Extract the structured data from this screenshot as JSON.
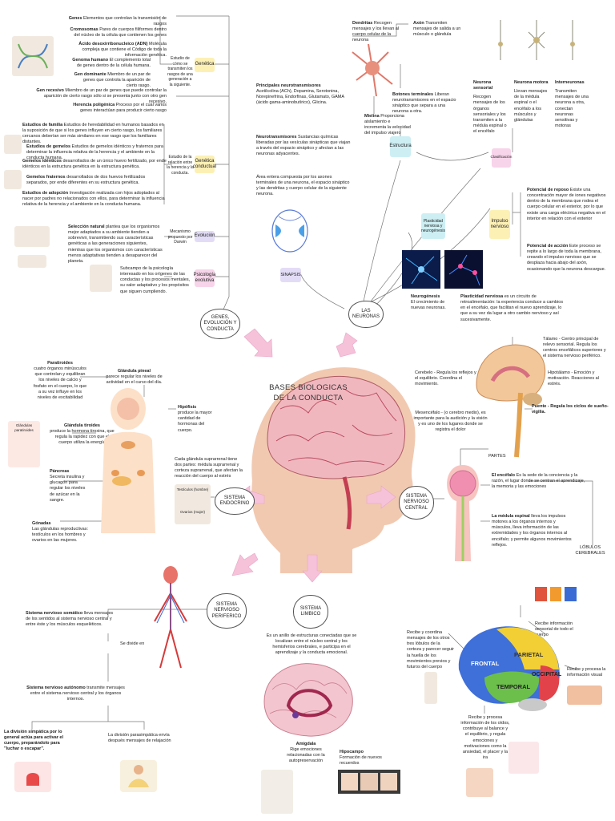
{
  "center": {
    "title": "BASES BIOLOGICAS DE LA CONDUCTA"
  },
  "clouds": {
    "genes": "GENES, EVOLUCIÓN Y CONDUCTA",
    "neuronas": "LAS NEURONAS",
    "endocrino": "SISTEMA ENDOCRINO",
    "nervioso_central": "SISTEMA NERVIOSO CENTRAL",
    "periferico": "SISTEMA NERVIOSO PERIFERICO",
    "limbico": "SISTEMA LIMBICO"
  },
  "genes": {
    "genes": {
      "term": "Genes",
      "text": "Elementos que controlan la transmisión de rasgos"
    },
    "cromosomas": {
      "term": "Cromosomas",
      "text": "Pares de cuerpos filiformes dentro del núcleo de la célula que contienen los genes"
    },
    "adn": {
      "term": "Ácido desoxirribonucleico (ADN)",
      "text": "Molécula compleja que contiene el Código de toda la información genética."
    },
    "genoma": {
      "term": "Genoma humano",
      "text": "El complemento total de genes dentro de la célula humana."
    },
    "dominante": {
      "term": "Gen dominante",
      "text": "Miembro de un par de genes que controla la aparición de cierto rasgo."
    },
    "recesivo": {
      "term": "Gen recesivo",
      "text": "Miembro de un par de genes que puede controlar la aparición de cierto rasgo sólo si se presenta junto con otro gen recesivo."
    },
    "poligenica": {
      "term": "Herencia poligénica",
      "text": "Proceso por el cual varios genes interactúan para producir cierto rasgo"
    },
    "familia": {
      "term": "Estudios de familia",
      "text": "Estudios de heredabilidad en humanos basados en la suposición de que si los genes influyen en cierto rasgo, los familiares cercanos deberían ser más similares en ese rasgo que los familiares distantes."
    },
    "gemelos": {
      "term": "Estudios de gemelos",
      "text": "Estudios de gemelos idénticos y fraternos para determinar la influencia relativa de la herencia y el ambiente en la conducta humana."
    },
    "identicos": {
      "term": "Gemelos idénticos",
      "text": "desarrollados de un único huevo fertilizado, por ende idénticos en la estructura genética en la estructura genética."
    },
    "fraternos": {
      "term": "Gemelos fraternos",
      "text": "desarrollados de dos huevos fertilizados separados, por ende diferentes en su estructura genética."
    },
    "adopcion": {
      "term": "Estudios de adopción",
      "text": "Investigación realizada con hijos adoptados al nacer por padres no relacionados con ellos, para determinar la influencia relativa de la herencia y el ambiente en la conducta humana."
    },
    "seleccion": {
      "term": "Selección natural",
      "text": "plantea que los organismos mejor adaptados a su ambiente tienden a sobrevivir, transmitiendo sus características genéticas a las generaciones siguientes, mientras que los organismos con características menos adaptativas tienden a desaparecer del planeta."
    },
    "psico_text": "Subcampo de la psicología interesado en los orígenes de las conductas y los procesos mentales, su valor adaptativo y los propósitos que siguen cumpliendo.",
    "label_genetica": "Estudio de cómo se transmiten los rasgos de una generación a la siguiente.",
    "label_conductual": "Estudio de la relación entre la herencia y la conducta.",
    "label_evolucion": "Mecanismo propuesto por Darwin",
    "chip_genetica": "Genética",
    "chip_conductual": "Genética conductual",
    "chip_evolucion": "Evolución",
    "chip_psico": "Psicología evolutiva"
  },
  "neuronas": {
    "dendritas": {
      "term": "Dendritas",
      "text": "Recogen mensajes y los llevan al cuerpo celular de la neurona"
    },
    "axon": {
      "term": "Axón",
      "text": "Transmiten mensajes de salida a un músculo o glándula"
    },
    "botones": {
      "term": "Botones terminales",
      "text": "Liberan neurotransmisores en el espacio sináptico que separa a una neurona a otra."
    },
    "mielina": {
      "term": "Mielina",
      "text": "Proporciona aislamiento e incrementa la velocidad del impulso viajero"
    },
    "principales_title": "Principales neurotransmisores",
    "principales": "Acetilcolina (ACh), Dopamina, Serotonina, Norepinefrina, Endorfinas, Glutamato, GAMA (ácido gama-aminobutírico), Glicina.",
    "nt": {
      "term": "Neurotransmisores",
      "text": "Sustancias químicas liberadas por las vesículas sinápticas que viajan a través del espacio sináptico y afectan a las neuronas adyacentes."
    },
    "area": "Área entera compuesta por los axones terminales de una neurona, el espacio sináptico y las dendritas y cuerpo celular de la siguiente neurona.",
    "sinapsis": "SINAPSIS",
    "estructura": "Estructura",
    "clasificacion": "Clasificación",
    "impulso": "Impulso nervioso",
    "plasticidad_chip": "Plasticidad nerviosa y neurogénesis",
    "sensorial": {
      "term": "Neurona sensorial",
      "text": "Recogen mensajes de los órganos sensoriales y los transmiten a la médula espinal o el encéfalo"
    },
    "motora": {
      "term": "Neurona motora",
      "text": "Llevan mensajes de la médula espinal o el encéfalo a los músculos y glándulas"
    },
    "inter": {
      "term": "Interneuronas",
      "text": "Transmiten mensajes de una neurona a otra, conectan neuronas sensitivas y motoras"
    },
    "reposo": {
      "term": "Potencial de reposo",
      "text": "Existe una concentración mayor de iones negativos dentro de la membrana que rodea el cuerpo celular en el exterior, por lo que existe una carga eléctrica negativa en el interior en relación con el exterior"
    },
    "accion": {
      "term": "Potencial de acción",
      "text": "Este proceso se repite a lo largo de toda la membrana, creando el impulso nervioso que se desplaza hacia abajo del axón, ocasionando que la neurona descargue."
    },
    "neurogenesis": {
      "term": "Neurogénesis",
      "text": "El crecimiento de nuevas neuronas."
    },
    "plasticidad": {
      "term": "Plasticidad nerviosa",
      "text": "es un circuito de retroalimentación: la experiencia conduce a cambios en el encéfalo, que facilitan el nuevo aprendizaje, lo que a su vez da lugar a otro cambio nervioso y así sucesivamente."
    }
  },
  "snc": {
    "talamo": "Tálamo - Centro principal de relevo sensorial. Regula los centros encefálicos superiores y el sistema nervioso periférico.",
    "cerebelo": "Cerebelo - Regula los reflejos y el equilibrio. Coordina el movimiento.",
    "hipotalamo": "Hipotálamo - Emoción y motivación. Reacciones al estrés.",
    "puente": "Puente - Regula los ciclos de sueño-vigilia.",
    "mesencefalo": "Mesencéfalo - (o cerebro medio), es importante para la audición y la visión y es uno de los lugares donde se registra el dolor",
    "partes": "PARTES",
    "encefalo": {
      "term": "El encéfalo",
      "text": "Es la sede de la conciencia y la razón, el lugar donde se centran el aprendizaje, la memoria y las emociones"
    },
    "medula": {
      "term": "La médula espinal",
      "text": "lleva los impulsos motores a los órganos internos y músculos, lleva información de las extremidades y los órganos internos al encéfalo; y permite algunos movimientos reflejos."
    },
    "lobulos": "LÓBULOS CEREBRALES",
    "frontal": "FRONTAL",
    "parietal": "PARIETAL",
    "temporal": "TEMPORAL",
    "occipital": "OCCIPITAL",
    "recibe_sensorial": "Recibe información sensorial de todo el cuerpo",
    "recibe_visual": "Recibe y procesa la información visual",
    "frontal_text": "Recibe y coordina mensajes de los otros tres lóbulos de la corteza y parecer seguir la huella de los movimientos previos y futuros del cuerpo",
    "temporal_text": "Recibe y procesa información de los oídos, contribuye al balance y el equilibrio, y regula emociones y motivaciones como la ansiedad, el placer y la ira"
  },
  "endocrino": {
    "paratiroides": {
      "term": "Paratiroides",
      "text": "cuatro órganos minúsculos que controlan y equilibran los niveles de calcio y fosfato en el cuerpo, lo que a su vez influye en los niveles de excitabilidad"
    },
    "pineal": {
      "term": "Glándula pineal",
      "text": "parece regular los niveles de actividad en el curso del día."
    },
    "hipofisis": {
      "term": "Hipófisis",
      "text": "produce la mayor cantidad de hormonas del cuerpo."
    },
    "tiroides": {
      "term": "Glándula tiroides",
      "text": "produce la hormona tiroxina, que regula la rapidez con que el cuerpo utiliza la energía"
    },
    "suprarrenal": "Cada glándula suprarrenal tiene dos partes: médula suprarrenal y corteza suprarrenal, que afectan la reacción del cuerpo al estrés",
    "pancreas": {
      "term": "Páncreas",
      "text": "Secreta insulina y glucagón para regular los niveles de azúcar en la sangre."
    },
    "gonadas": {
      "term": "Gónadas",
      "text": "Las glándulas reproductivas: testículos en los hombres y ovarios en las mujeres."
    },
    "paratiroides_label": "Glándulas paratiroides",
    "testiculos_label": "Testículos (hombre)",
    "ovarios_label": "Ovarios (mujer)"
  },
  "periferico": {
    "somatico": {
      "term": "Sistema nervioso somático",
      "text": "lleva mensajes de los sentidos al sistema nervioso central y entre éste y los músculos esqueléticos."
    },
    "divide": "Se divide en",
    "autonomo": {
      "term": "Sistema nervioso autónomo",
      "text": "transmite mensajes entre el sistema nervioso central y los órganos internos."
    },
    "simpatica": "La división simpática por lo general actúa para activar el cuerpo, preparándolo para \"luchar o escapar\".",
    "parasimpatica": "La división parasimpática envía después mensajes de relajación"
  },
  "limbico": {
    "text": "Es un anillo de estructuras conectadas que se localizan entre el núcleo central y los hemisferios cerebrales, e participa en el aprendizaje y la conducta emocional.",
    "amigdala": {
      "term": "Amígdala",
      "text": "Rige emociones relacionadas con la autopreservación"
    },
    "hipocampo": {
      "term": "Hipocampo",
      "text": "Formación de nuevos recuerdos"
    }
  },
  "colors": {
    "yellow": "#fdf0b5",
    "cyan": "#cdeff4",
    "lavender": "#e3dcf6",
    "pink": "#f7d4ea",
    "arrow": "#f5c2da"
  }
}
